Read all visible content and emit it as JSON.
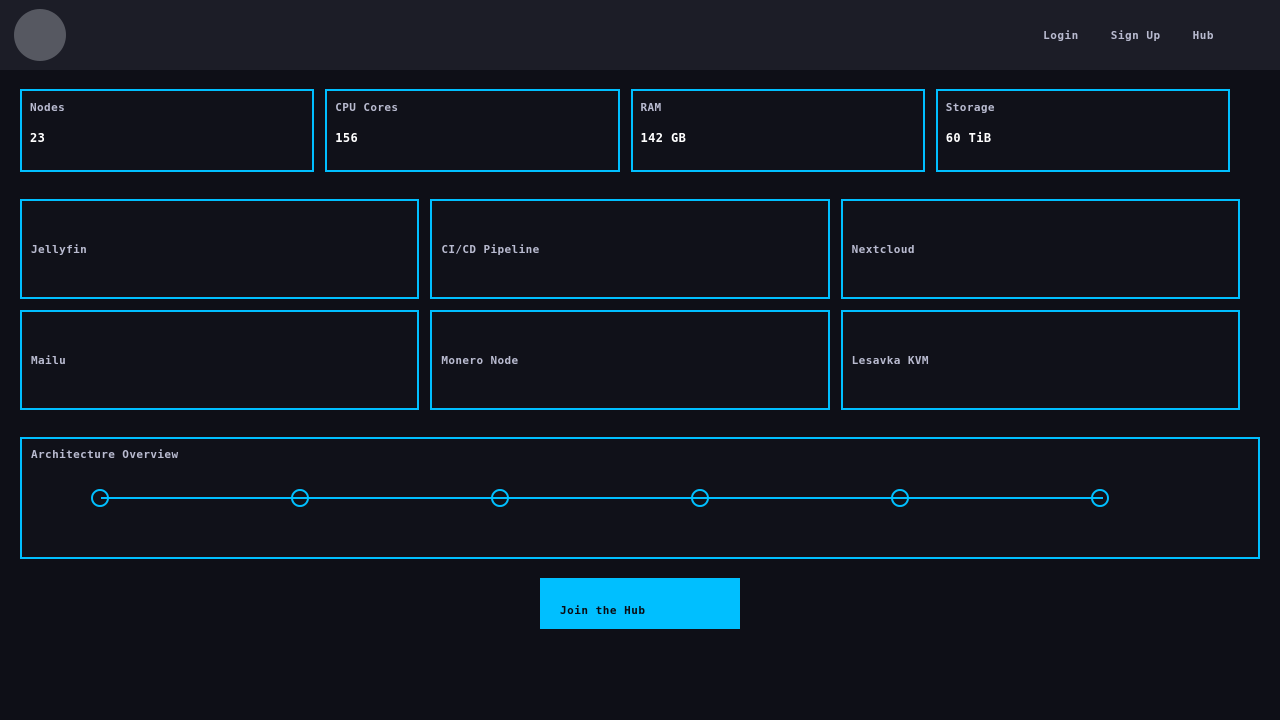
{
  "header": {
    "avatar_name": "user-avatar",
    "nav": [
      {
        "label": "Login"
      },
      {
        "label": "Sign Up"
      },
      {
        "label": "Hub"
      }
    ]
  },
  "stats": [
    {
      "label": "Nodes",
      "value": "23"
    },
    {
      "label": "CPU Cores",
      "value": "156"
    },
    {
      "label": "RAM",
      "value": "142 GB"
    },
    {
      "label": "Storage",
      "value": "60 TiB"
    }
  ],
  "services": {
    "row1": [
      {
        "name": "Jellyfin"
      },
      {
        "name": "CI/CD Pipeline"
      },
      {
        "name": "Nextcloud"
      }
    ],
    "row2": [
      {
        "name": "Mailu"
      },
      {
        "name": "Monero Node"
      },
      {
        "name": "Lesavka KVM"
      }
    ]
  },
  "architecture": {
    "title": "Architecture Overview",
    "node_count": 6
  },
  "cta": {
    "label": "Join the Hub"
  },
  "colors": {
    "accent": "#00bfff",
    "page_background": "#0e0f17",
    "header_background": "#1c1d27",
    "label_text": "#b9bbd0",
    "value_text": "#ffffff",
    "avatar": "#565861"
  }
}
